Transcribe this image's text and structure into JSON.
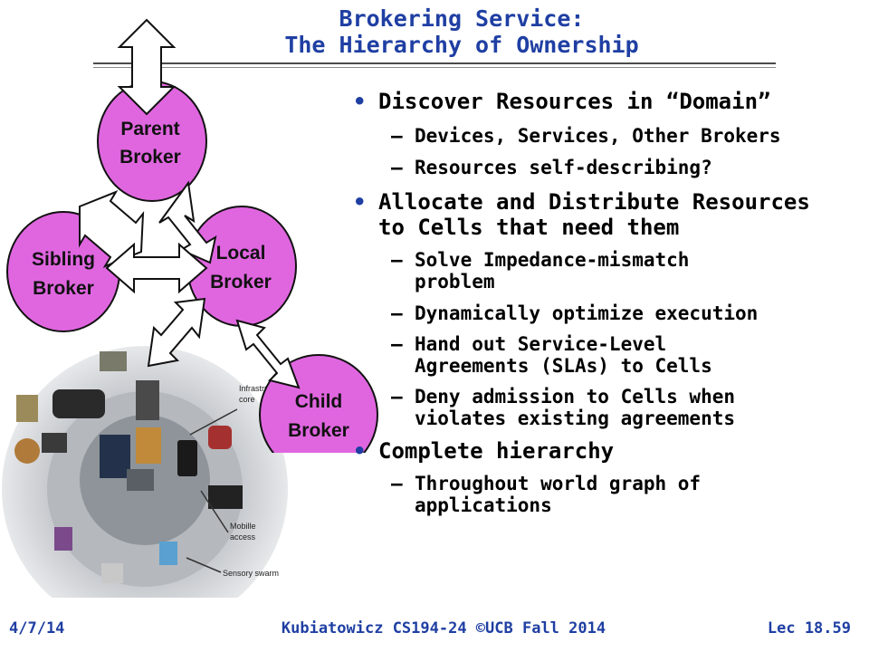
{
  "title": {
    "line1": "Brokering Service:",
    "line2": "The Hierarchy of Ownership"
  },
  "diagram": {
    "parent": [
      "Parent",
      "Broker"
    ],
    "local": [
      "Local",
      "Broker"
    ],
    "sibling": [
      "Sibling",
      "Broker"
    ],
    "child": [
      "Child",
      "Broker"
    ],
    "photo_labels": [
      "Infrastructure core",
      "Mobille access",
      "Sensory swarm"
    ]
  },
  "bullets": [
    {
      "text": "Discover Resources in “Domain”",
      "subs": [
        "Devices, Services, Other Brokers",
        "Resources self-describing?"
      ]
    },
    {
      "text_lines": [
        "Allocate and Distribute Resources",
        "to Cells that need them"
      ],
      "subs_multi": [
        [
          "Solve Impedance-mismatch",
          "problem"
        ],
        [
          "Dynamically optimize execution"
        ],
        [
          "Hand out Service-Level",
          "Agreements (SLAs) to Cells"
        ],
        [
          "Deny admission to Cells when",
          "violates existing agreements"
        ]
      ]
    },
    {
      "text": "Complete hierarchy",
      "subs_multi": [
        [
          "Throughout world graph of",
          "applications"
        ]
      ]
    }
  ],
  "footer": {
    "date": "4/7/14",
    "center": "Kubiatowicz CS194-24 ©UCB Fall 2014",
    "lecture": "Lec 18.59"
  },
  "colors": {
    "accent": "#1f3fa3",
    "broker_fill": "#e066e0"
  }
}
